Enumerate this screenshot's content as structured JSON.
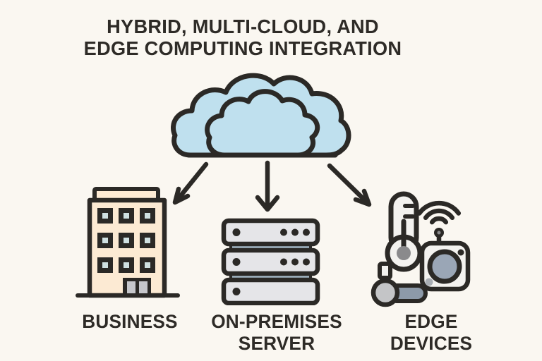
{
  "title": {
    "line1": "HYBRID, MULTI-CLOUD, AND",
    "line2": "EDGE COMPUTING INTEGRATION"
  },
  "nodes": {
    "cloud": {
      "name": "cloud"
    },
    "business": {
      "label": "BUSINESS"
    },
    "on_premises": {
      "label_line1": "ON-PREMISES",
      "label_line2": "SERVER"
    },
    "edge": {
      "label_line1": "EDGE",
      "label_line2": "DEVICES"
    }
  },
  "connections": [
    {
      "from": "cloud",
      "to": "business"
    },
    {
      "from": "cloud",
      "to": "on-premises-server"
    },
    {
      "from": "cloud",
      "to": "edge-devices"
    }
  ],
  "icons": {
    "cloud": "cloud-icon",
    "business": "office-building-icon",
    "on_premises": "server-rack-icon",
    "edge": "iot-sensor-icons (thermometer, wifi, camera, knob)"
  },
  "colors": {
    "bg": "#faf7f1",
    "outline": "#2b2926",
    "text": "#2e2b27",
    "cloud": "#bfe0ee",
    "building": "#fcead3",
    "window": "#cfe0e1",
    "door": "#c6c7cb",
    "unit": "#e5e5e8",
    "bar": "#a4b8c6",
    "lens": "#9aa6b6",
    "knob": "#c4c5c7",
    "handle": "#8d9aa9",
    "white": "#f3f2ef",
    "graydot": "#8a8a8c",
    "softdot": "#a9aeb4"
  }
}
